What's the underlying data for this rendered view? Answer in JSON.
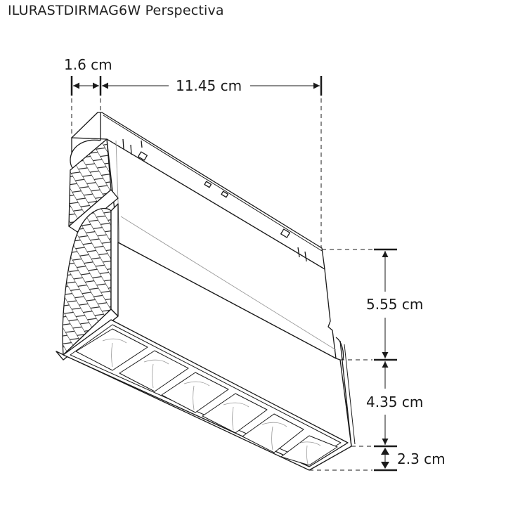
{
  "title": "ILURASTDIRMAG6W Perspectiva",
  "dimensions": {
    "depth_top": "1.6 cm",
    "length": "11.45 cm",
    "upper_height": "5.55 cm",
    "middle_height": "4.35 cm",
    "bottom_height": "2.3 cm"
  },
  "colors": {
    "line": "#1a1a1a",
    "thin_line": "#9a9a9a",
    "background": "#ffffff"
  },
  "lens_count": 6
}
